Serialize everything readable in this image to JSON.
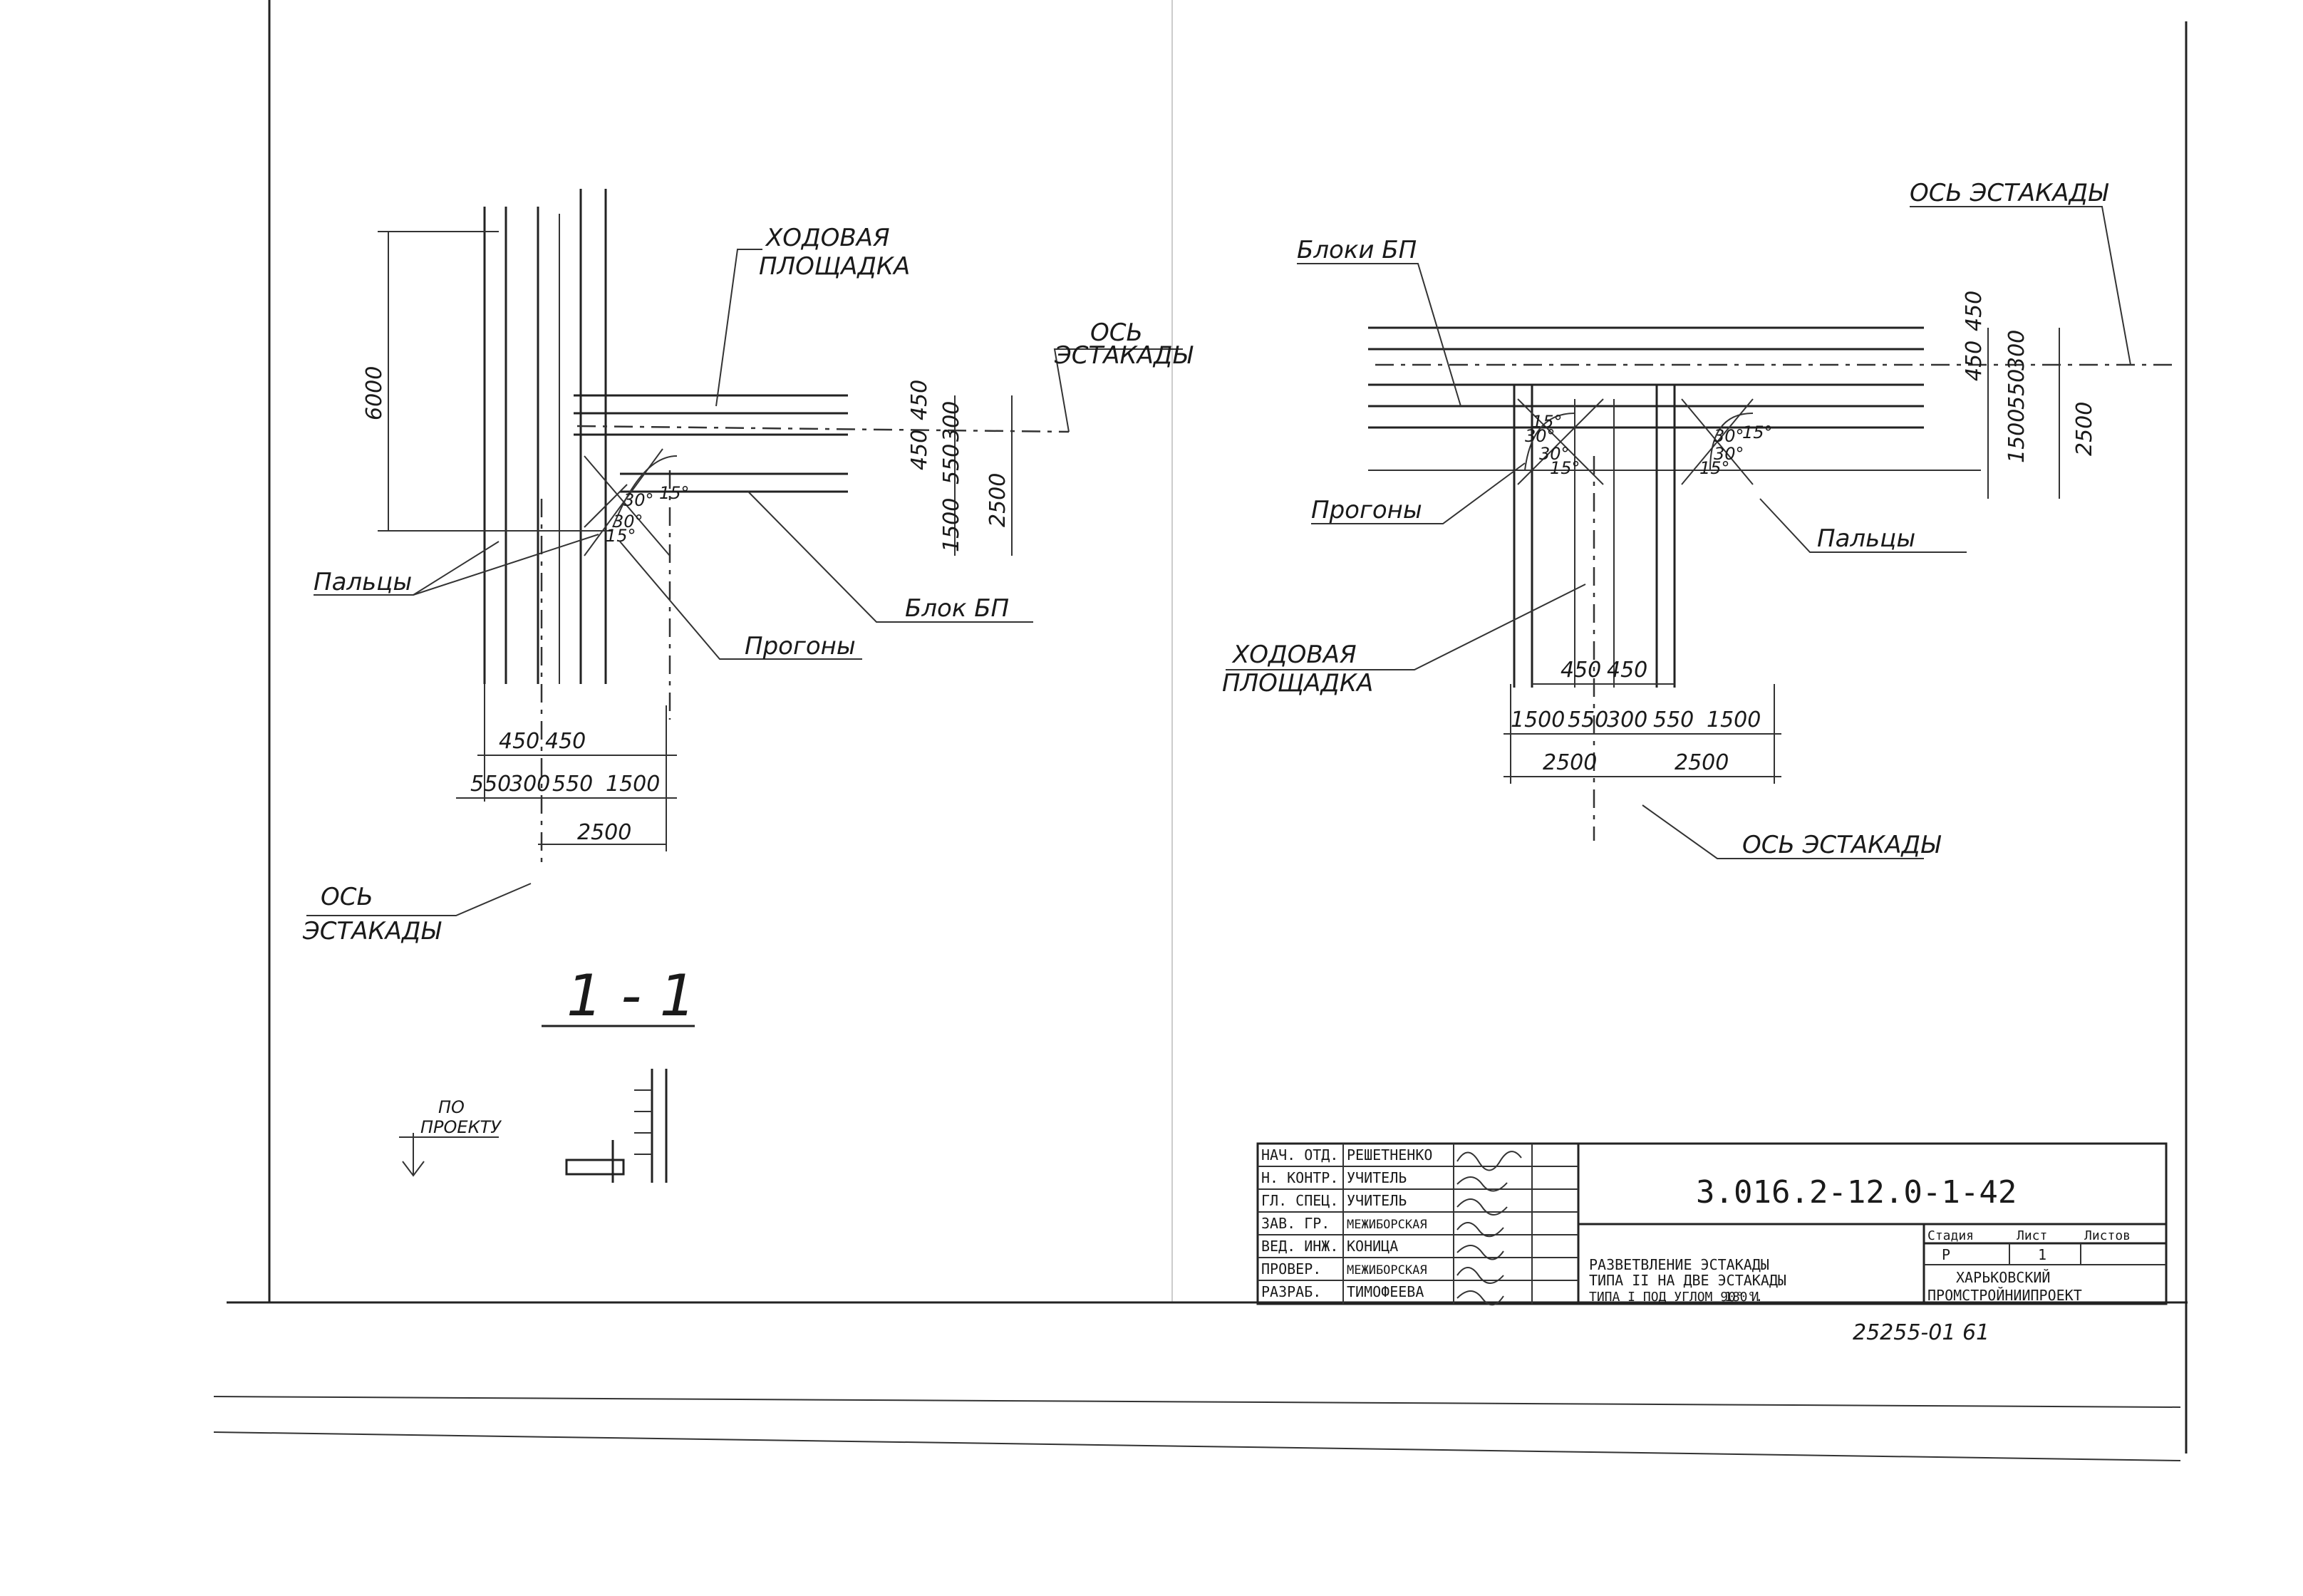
{
  "left_view": {
    "labels": {
      "walkway": [
        "ХОДОВАЯ",
        "ПЛОЩАДКА"
      ],
      "trestle_axis": [
        "ОСЬ",
        "ЭСТАКАДЫ"
      ],
      "fingers": "Пальцы",
      "block": "Блок БП",
      "purlins": "Прогоны",
      "axis_bottom": [
        "ОСЬ",
        "ЭСТАКАДЫ"
      ]
    },
    "dims": {
      "v6000": "6000",
      "h450a": "450",
      "h450b": "450",
      "v450a": "450",
      "v450b": "450",
      "r1500": "1500",
      "r550": "550",
      "r300": "300",
      "r2500": "2500",
      "b550": "550",
      "b300": "300",
      "b550b": "550",
      "b1500": "1500",
      "b2500": "2500"
    },
    "angles": [
      "30°",
      "30°",
      "15°",
      "15°"
    ]
  },
  "right_view": {
    "labels": {
      "blocks": "Блоки БП",
      "trestle_axis_top": "ОСЬ ЭСТАКАДЫ",
      "purlins": "Прогоны",
      "fingers": "Пальцы",
      "walkway": [
        "ХОДОВАЯ",
        "ПЛОЩАДКА"
      ],
      "trestle_axis_bottom": "ОСЬ ЭСТАКАДЫ"
    },
    "dims": {
      "v450a": "450",
      "v450b": "450",
      "v1500": "1500",
      "v550": "550",
      "v300": "300",
      "v2500": "2500",
      "h450a": "450",
      "h450b": "450",
      "b1500a": "1500",
      "b550a": "550",
      "b300": "300",
      "b550b": "550",
      "b1500b": "1500",
      "b2500a": "2500",
      "b2500b": "2500"
    },
    "angles": [
      "15°",
      "30°",
      "30°",
      "15°",
      "30°",
      "30°",
      "15°",
      "15°"
    ]
  },
  "section": {
    "title": "1 - 1",
    "note": [
      "ПО",
      "ПРОЕКТУ"
    ]
  },
  "title_block": {
    "roles": [
      "НАЧ. ОТД.",
      "Н. КОНТР.",
      "ГЛ. СПЕЦ.",
      "ЗАВ. ГР.",
      "ВЕД. ИНЖ.",
      "ПРОВЕР.",
      "РАЗРАБ."
    ],
    "names": [
      "РЕШЕТНЕНКО",
      "УЧИТЕЛЬ",
      "УЧИТЕЛЬ",
      "МЕЖИБОРСКАЯ",
      "КОНИЦА",
      "МЕЖИБОРСКАЯ",
      "ТИМОФЕЕВА"
    ],
    "code": "3.016.2-12.0-1-42",
    "description": [
      "РАЗВЕТВЛЕНИЕ ЭСТАКАДЫ",
      "ТИПА II НА ДВЕ ЭСТАКАДЫ",
      "ТИПА I ПОД УГЛОМ 90° И",
      "180°."
    ],
    "stage_label": "Стадия",
    "sheet_label": "Лист",
    "sheets_label": "Листов",
    "stage": "Р",
    "sheet": "1",
    "org": [
      "ХАРЬКОВСКИЙ",
      "ПРОМСТРОЙНИИПРОЕКТ"
    ]
  },
  "stamp_number": "25255-01  61"
}
